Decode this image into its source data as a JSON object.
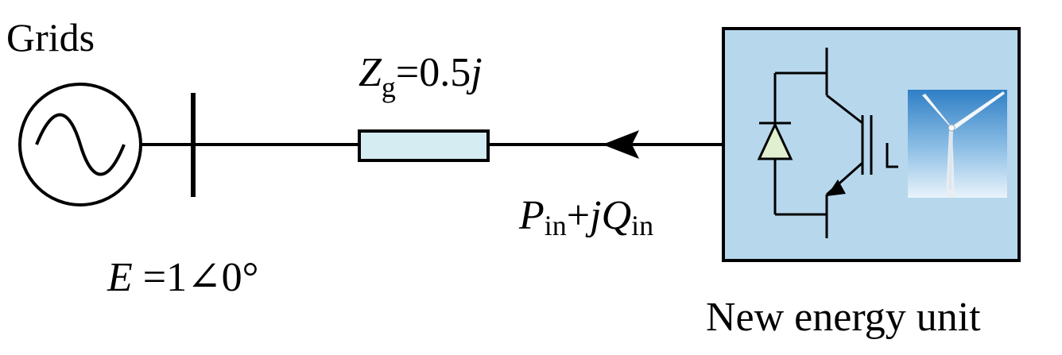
{
  "labels": {
    "grid": "Grids",
    "impedance_symbol": "Z",
    "impedance_subscript": "g",
    "impedance_value": "=0.5",
    "impedance_j": "j",
    "voltage_symbol": "E",
    "voltage_value": " =1∠0°",
    "power_p": "P",
    "power_p_sub": "in",
    "power_plus": "+",
    "power_j": "j",
    "power_q": "Q",
    "power_q_sub": "in",
    "unit": "New energy unit"
  },
  "colors": {
    "unit_box_fill": "#b7d7ed",
    "impedance_fill": "#d6ecf3",
    "diode_fill": "#e0efcf",
    "line": "#000000"
  },
  "icons": {
    "source": "ac-source-icon",
    "turbine": "wind-turbine-icon"
  }
}
